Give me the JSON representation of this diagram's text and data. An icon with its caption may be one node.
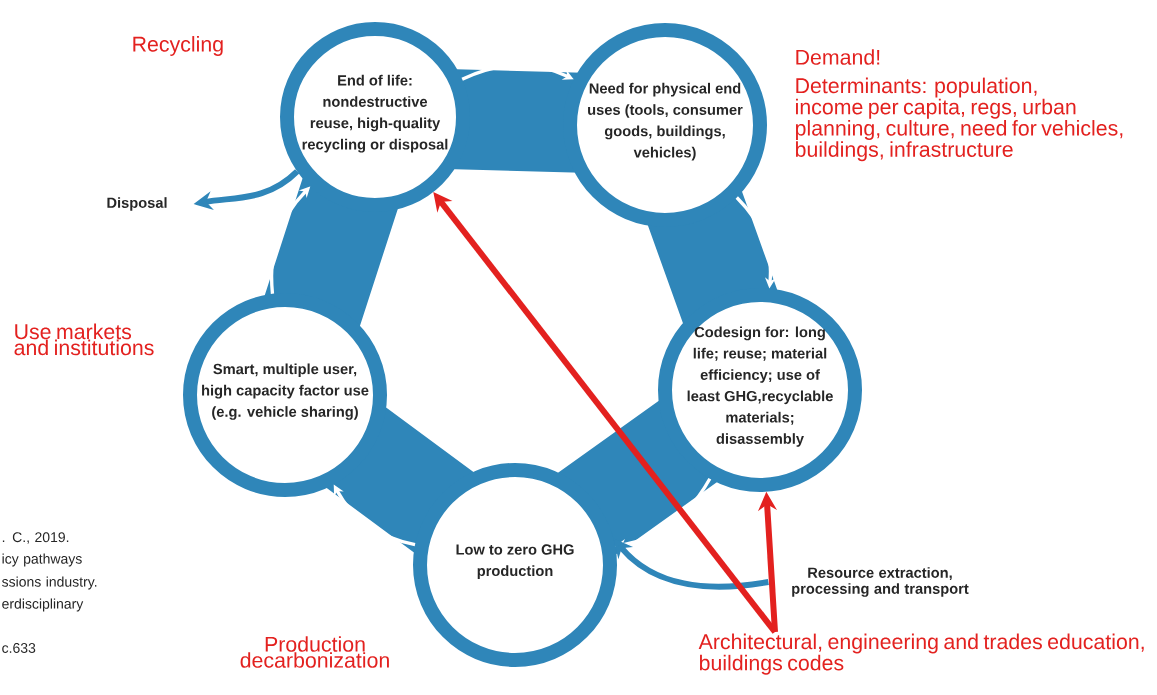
{
  "diagram": {
    "nodes": [
      {
        "text": [
          "End of life: nondestructive reuse, high-quality recycling or disposal"
        ]
      },
      {
        "text": [
          "Need for physical end uses (tools, consumer goods, buildings, vehicles)"
        ]
      },
      {
        "text": [
          "Codesign for: long life; reuse; material efficiency; use of least GHG,recyclable materials; disassembly"
        ]
      },
      {
        "text": [
          "Low to zero GHG production"
        ]
      },
      {
        "text": [
          "Smart, multiple user, high capacity factor use (e.g. vehicle sharing)"
        ]
      },
      {
        "text": [
          "Disposal"
        ]
      },
      {
        "text": [
          "Resource extraction, processing and transport"
        ]
      },
      {
        "text": [
          "Architectural, engineering and trades education, buildings codes"
        ]
      }
    ],
    "edges": [
      {
        "from": 0,
        "to": 1,
        "arrow": "to"
      },
      {
        "from": 1,
        "to": 2,
        "arrow": "to"
      },
      {
        "from": 2,
        "to": 3,
        "arrow": "to"
      },
      {
        "from": 3,
        "to": 4,
        "arrow": "to"
      },
      {
        "from": 4,
        "to": 0,
        "arrow": "to"
      },
      {
        "from": 0,
        "to": 5,
        "arrow": "to",
        "style": "thick",
        "color": "#2f86b9"
      },
      {
        "from": 6,
        "to": 3,
        "arrow": "to",
        "style": "thick",
        "color": "#2f86b9"
      },
      {
        "from": 7,
        "to": 0,
        "arrow": "to",
        "style": "thick",
        "color": "#e3211f"
      },
      {
        "from": 7,
        "to": 2,
        "arrow": "to",
        "style": "thick",
        "color": "#e3211f"
      }
    ],
    "labels": [
      "Recycling",
      "Demand!",
      "Determinants: population, income per capita, regs, urban planning, culture, need for vehicles, buildings, infrastructure",
      "Use markets and institutions",
      ". C., 2019.",
      "icy pathways",
      "ssions industry.",
      "erdisciplinary",
      "c.633",
      "Production decarbonization"
    ]
  }
}
